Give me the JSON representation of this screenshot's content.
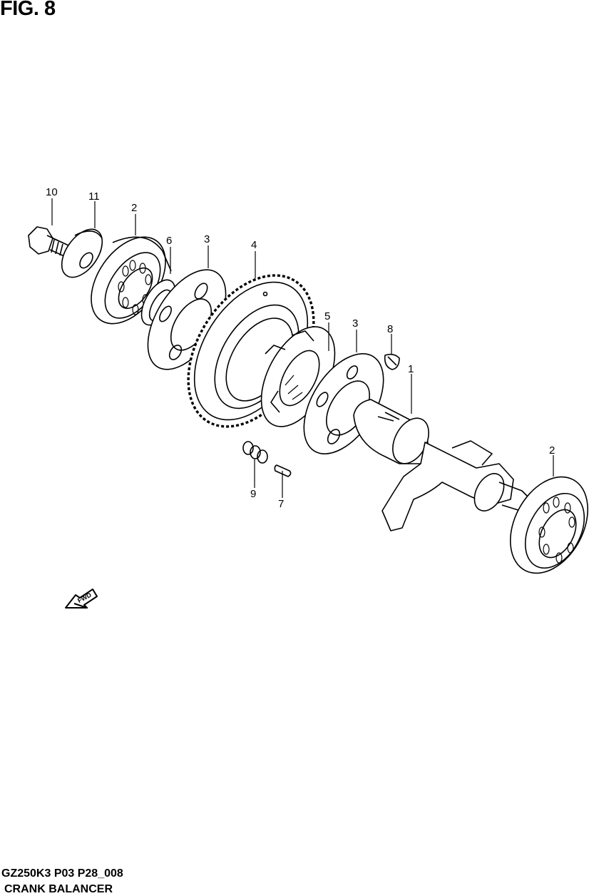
{
  "figure": {
    "title": "FIG. 8"
  },
  "footer": {
    "model_code": "GZ250K3 P03 P28_008",
    "assembly_name": "CRANK BALANCER"
  },
  "callouts": {
    "c10": "10",
    "c11": "11",
    "c2a": "2",
    "c6": "6",
    "c3a": "3",
    "c4": "4",
    "c5": "5",
    "c3b": "3",
    "c8": "8",
    "c1": "1",
    "c2b": "2",
    "c9": "9",
    "c7": "7"
  },
  "direction_arrow": {
    "label": "FWD"
  }
}
